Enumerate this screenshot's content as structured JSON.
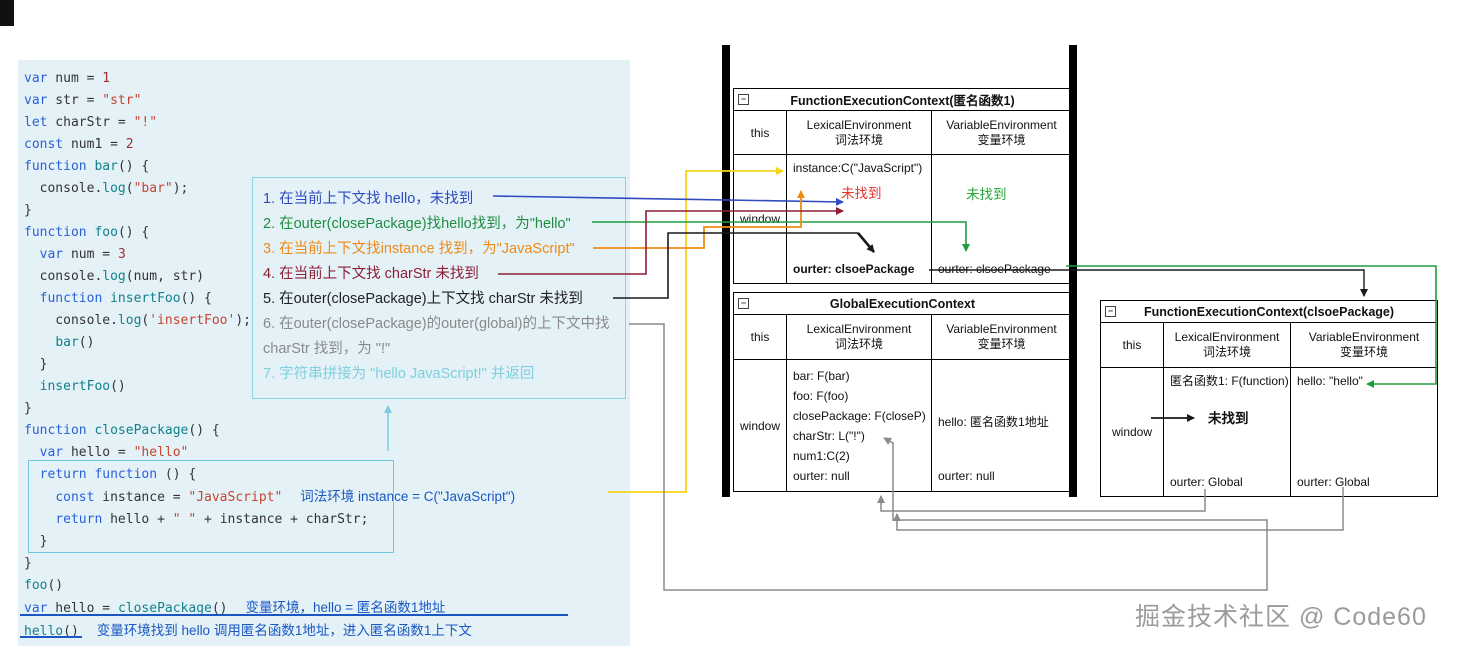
{
  "watermark": {
    "text": "掘金技术社区 @ Code60"
  },
  "icons": {
    "collapse_minus": "−"
  },
  "colors": {
    "annotation_blue": "#1a57c2",
    "not_found_red": "#e8322e",
    "found_green": "#2aa53a",
    "arrow_yellow": "#f5d41a",
    "arrow_blue": "#2f4bbf",
    "arrow_green": "#1f9d3a",
    "arrow_orange": "#ef8a17",
    "arrow_maroon": "#8e1f33",
    "arrow_gray": "#8a8a8a",
    "arrow_cyan": "#7ecfdd"
  },
  "code_block": {
    "lines": [
      {
        "segs": [
          [
            "k",
            "var"
          ],
          [
            "p",
            " num = "
          ],
          [
            "n",
            "1"
          ]
        ]
      },
      {
        "segs": [
          [
            "k",
            "var"
          ],
          [
            "p",
            " str = "
          ],
          [
            "s",
            "\"str\""
          ]
        ]
      },
      {
        "segs": [
          [
            "k",
            "let"
          ],
          [
            "p",
            " charStr = "
          ],
          [
            "s",
            "\"!\""
          ]
        ]
      },
      {
        "segs": [
          [
            "k",
            "const"
          ],
          [
            "p",
            " num1 = "
          ],
          [
            "n",
            "2"
          ]
        ]
      },
      {
        "segs": [
          [
            "k",
            "function"
          ],
          [
            "p",
            " "
          ],
          [
            "f",
            "bar"
          ],
          [
            "p",
            "() {"
          ]
        ]
      },
      {
        "segs": [
          [
            "p",
            "  console."
          ],
          [
            "f",
            "log"
          ],
          [
            "p",
            "("
          ],
          [
            "s",
            "\"bar\""
          ],
          [
            "p",
            ");"
          ]
        ]
      },
      {
        "segs": [
          [
            "p",
            "}"
          ]
        ]
      },
      {
        "segs": [
          [
            "k",
            "function"
          ],
          [
            "p",
            " "
          ],
          [
            "f",
            "foo"
          ],
          [
            "p",
            "() {"
          ]
        ]
      },
      {
        "segs": [
          [
            "p",
            "  "
          ],
          [
            "k",
            "var"
          ],
          [
            "p",
            " num = "
          ],
          [
            "n",
            "3"
          ]
        ]
      },
      {
        "segs": [
          [
            "p",
            "  console."
          ],
          [
            "f",
            "log"
          ],
          [
            "p",
            "(num, str)"
          ]
        ]
      },
      {
        "segs": [
          [
            "p",
            "  "
          ],
          [
            "k",
            "function"
          ],
          [
            "p",
            " "
          ],
          [
            "f",
            "insertFoo"
          ],
          [
            "p",
            "() {"
          ]
        ]
      },
      {
        "segs": [
          [
            "p",
            "    console."
          ],
          [
            "f",
            "log"
          ],
          [
            "p",
            "("
          ],
          [
            "s",
            "'insertFoo'"
          ],
          [
            "p",
            ");"
          ]
        ]
      },
      {
        "segs": [
          [
            "p",
            "    "
          ],
          [
            "f",
            "bar"
          ],
          [
            "p",
            "()"
          ]
        ]
      },
      {
        "segs": [
          [
            "p",
            "  }"
          ]
        ]
      },
      {
        "segs": [
          [
            "p",
            "  "
          ],
          [
            "f",
            "insertFoo"
          ],
          [
            "p",
            "()"
          ]
        ]
      },
      {
        "segs": [
          [
            "p",
            "}"
          ]
        ]
      },
      {
        "segs": [
          [
            "k",
            "function"
          ],
          [
            "p",
            " "
          ],
          [
            "f",
            "closePackage"
          ],
          [
            "p",
            "() {"
          ]
        ]
      },
      {
        "segs": [
          [
            "p",
            "  "
          ],
          [
            "k",
            "var"
          ],
          [
            "p",
            " hello = "
          ],
          [
            "s",
            "\"hello\""
          ]
        ]
      },
      {
        "segs": [
          [
            "p",
            "  "
          ],
          [
            "k",
            "return"
          ],
          [
            "p",
            " "
          ],
          [
            "k",
            "function"
          ],
          [
            "p",
            " () {"
          ]
        ]
      },
      {
        "segs": [
          [
            "p",
            "    "
          ],
          [
            "k",
            "const"
          ],
          [
            "p",
            " instance = "
          ],
          [
            "s",
            "\"JavaScript\""
          ],
          [
            "ann",
            "词法环境 instance = C(\"JavaScript\")"
          ]
        ]
      },
      {
        "segs": [
          [
            "p",
            "    "
          ],
          [
            "k",
            "return"
          ],
          [
            "p",
            " hello + "
          ],
          [
            "s",
            "\" \""
          ],
          [
            "p",
            " + instance + charStr;"
          ]
        ]
      },
      {
        "segs": [
          [
            "p",
            "  }"
          ]
        ]
      },
      {
        "segs": [
          [
            "p",
            "}"
          ]
        ]
      },
      {
        "segs": [
          [
            "f",
            "foo"
          ],
          [
            "p",
            "()"
          ]
        ]
      },
      {
        "segs": [
          [
            "k",
            "var"
          ],
          [
            "p",
            " hello = "
          ],
          [
            "f",
            "closePackage"
          ],
          [
            "p",
            "()"
          ],
          [
            "ann",
            "变量环境，hello = 匿名函数1地址"
          ]
        ]
      },
      {
        "segs": [
          [
            "f",
            "hello"
          ],
          [
            "p",
            "()"
          ],
          [
            "ann",
            "变量环境找到 hello 调用匿名函数1地址，进入匿名函数1上下文"
          ]
        ]
      }
    ]
  },
  "steps_box": {
    "items": [
      {
        "text": "1. 在当前上下文找 hello，未找到",
        "color": "#2f4bbf"
      },
      {
        "text": "2. 在outer(closePackage)找hello找到，为\"hello\"",
        "color": "#1e8e3e"
      },
      {
        "text": "3. 在当前上下文找instance 找到，为\"JavaScript\"",
        "color": "#ef8a17"
      },
      {
        "text": "4. 在当前上下文找 charStr 未找到",
        "color": "#8e1f33"
      },
      {
        "text": "5. 在outer(closePackage)上下文找 charStr 未找到",
        "color": "#222222"
      },
      {
        "text": "6. 在outer(closePackage)的outer(global)的上下文中找charStr 找到，为 \"!\"",
        "color": "#8a8a8a"
      },
      {
        "text": "7. 字符串拼接为 \"hello JavaScript!\" 并返回",
        "color": "#7ecfdd"
      }
    ]
  },
  "contexts": [
    {
      "title": "FunctionExecutionContext(匿名函数1)",
      "this_label": "this",
      "window_label": "window",
      "lex_title": "LexicalEnvironment",
      "lex_sub": "词法环境",
      "var_title": "VariableEnvironment",
      "var_sub": "变量环境",
      "lex_items": [
        {
          "t": "instance:C(\"JavaScript\")"
        },
        {
          "t": "未找到",
          "c": "red"
        },
        {
          "t": "ourter: clsoePackage",
          "b": true
        }
      ],
      "var_items": [
        {
          "t": "未找到",
          "c": "green"
        },
        {
          "t": "ourter: clsoePackage"
        }
      ]
    },
    {
      "title": "GlobalExecutionContext",
      "this_label": "this",
      "window_label": "window",
      "lex_title": "LexicalEnvironment",
      "lex_sub": "词法环境",
      "var_title": "VariableEnvironment",
      "var_sub": "变量环境",
      "lex_items": [
        {
          "t": "bar: F(bar)"
        },
        {
          "t": "foo: F(foo)"
        },
        {
          "t": "closePackage: F(closeP)"
        },
        {
          "t": "charStr: L(\"!\")"
        },
        {
          "t": "num1:C(2)"
        },
        {
          "t": "ourter: null"
        }
      ],
      "var_items": [
        {
          "t": "hello: 匿名函数1地址"
        },
        {
          "t": "ourter: null"
        }
      ]
    },
    {
      "title": "FunctionExecutionContext(clsoePackage)",
      "this_label": "this",
      "window_label": "window",
      "lex_title": "LexicalEnvironment",
      "lex_sub": "词法环境",
      "var_title": "VariableEnvironment",
      "var_sub": "变量环境",
      "lex_items": [
        {
          "t": "匿名函数1: F(function)"
        },
        {
          "t": "未找到",
          "b": true
        },
        {
          "t": "ourter: Global"
        }
      ],
      "var_items": [
        {
          "t": "hello: \"hello\""
        },
        {
          "t": "ourter: Global"
        }
      ]
    }
  ]
}
